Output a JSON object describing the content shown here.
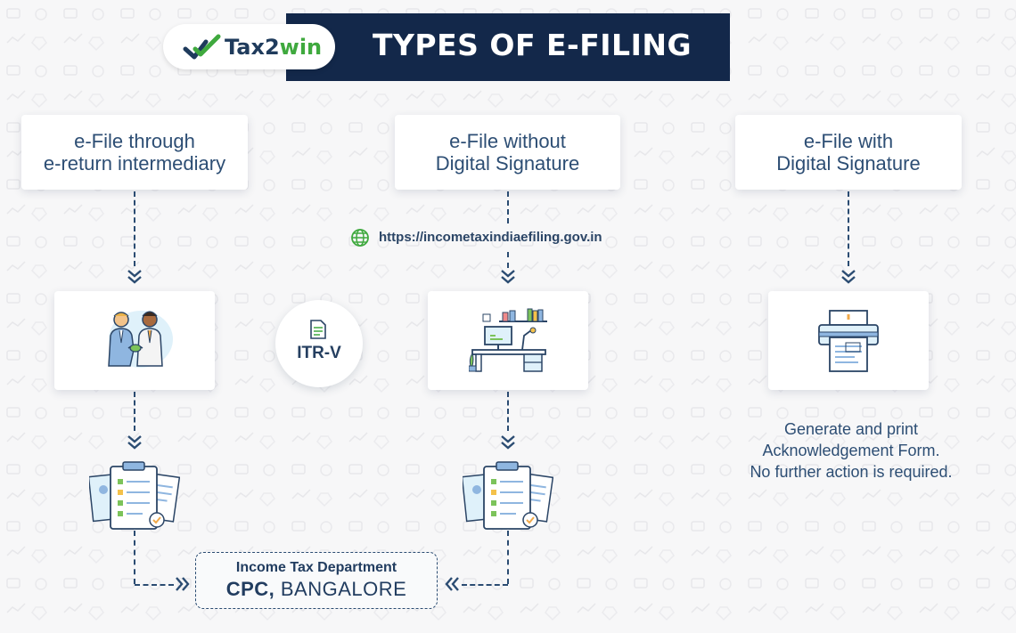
{
  "logo": {
    "brand_main": "Tax2",
    "brand_accent": "win"
  },
  "header": {
    "title": "TYPES OF E-FILING"
  },
  "columns": [
    {
      "title": "e-File through\ne-return intermediary"
    },
    {
      "title": "e-File without\nDigital Signature"
    },
    {
      "title": "e-File with\nDigital Signature"
    }
  ],
  "url": "https://incometaxindiaefiling.gov.in",
  "itrv_label": "ITR-V",
  "ack_text": "Generate and print\nAcknowledgement Form.\nNo further action is required.",
  "cpc": {
    "line1": "Income Tax Department",
    "bold": "CPC,",
    "rest": " BANGALORE"
  },
  "colors": {
    "navy": "#13284a",
    "accent_green": "#3fa93e",
    "text_blue": "#2d4e74"
  },
  "icons": [
    "handshake-icon",
    "workspace-desk-icon",
    "printer-icon",
    "clipboard-checklist-icon",
    "globe-icon",
    "document-icon",
    "logo-check-icon"
  ]
}
